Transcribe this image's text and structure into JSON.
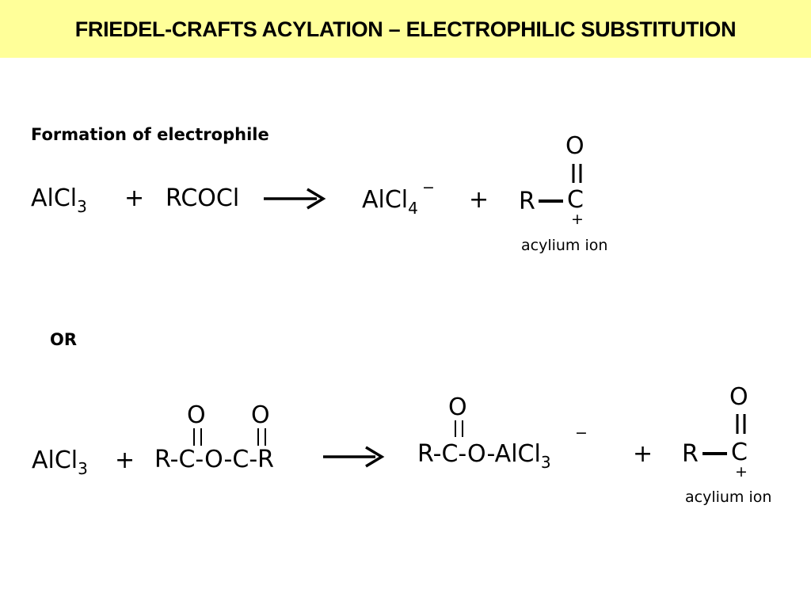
{
  "title": "FRIEDEL-CRAFTS ACYLATION – ELECTROPHILIC SUBSTITUTION",
  "section1_label": "Formation of electrophile",
  "or_label": "OR",
  "r1": {
    "alcl": "AlCl",
    "sub3": "3",
    "plus1": "+",
    "rcocl": "RCOCl",
    "alcl4": "AlCl",
    "sub4": "4",
    "minus": "−",
    "plus2": "+",
    "r": "R",
    "o": "O",
    "c": "C",
    "cplus": "+",
    "acylium": "acylium ion"
  },
  "r2": {
    "alcl": "AlCl",
    "sub3": "3",
    "plus1": "+",
    "r_left": "R-",
    "c1": "C",
    "o_mid": "-O-",
    "c2": "C",
    "r_right": "-R",
    "o1": "O",
    "o2": "O",
    "prod_o": "O",
    "prod_main": "R-C-O-AlCl",
    "prod_sub": "3",
    "minus": "−",
    "plus2": "+",
    "r": "R",
    "o": "O",
    "c": "C",
    "cplus": "+",
    "acylium": "acylium ion"
  }
}
